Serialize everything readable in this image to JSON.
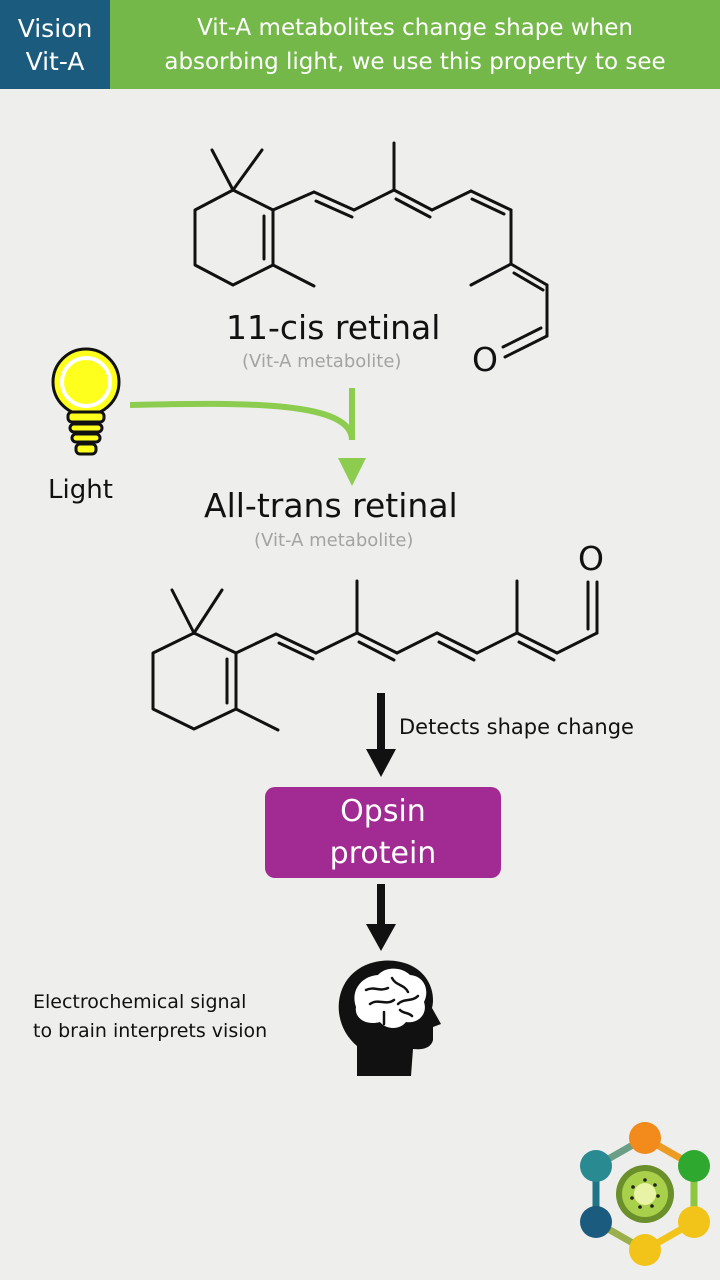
{
  "header": {
    "tag_line1": "Vision",
    "tag_line2": "Vit-A",
    "banner_line1": "Vit-A metabolites change shape when",
    "banner_line2": "absorbing light, we use this property to see",
    "tag_color": "#1b5b7d",
    "banner_color": "#74b84a"
  },
  "molecule_cis": {
    "name": "11-cis retinal",
    "note": "(Vit-A metabolite)",
    "oxygen": "O"
  },
  "light": {
    "label": "Light",
    "icon": "lightbulb-icon",
    "arrow_color": "#8ccc4e"
  },
  "molecule_trans": {
    "name": "All-trans retinal",
    "note": "(Vit-A metabolite)",
    "oxygen": "O"
  },
  "detect": {
    "label": "Detects shape change"
  },
  "opsin": {
    "line1": "Opsin",
    "line2": "protein",
    "color": "#a12b92"
  },
  "brain": {
    "line1": "Electrochemical signal",
    "line2": "to brain interprets vision",
    "icon": "head-brain-icon"
  },
  "logo": {
    "icon": "kiwi-hexagon-logo",
    "node_colors": [
      "#f28a1c",
      "#2ea82e",
      "#f2c318",
      "#f2c318",
      "#1b5b7d",
      "#2a8a92"
    ]
  }
}
